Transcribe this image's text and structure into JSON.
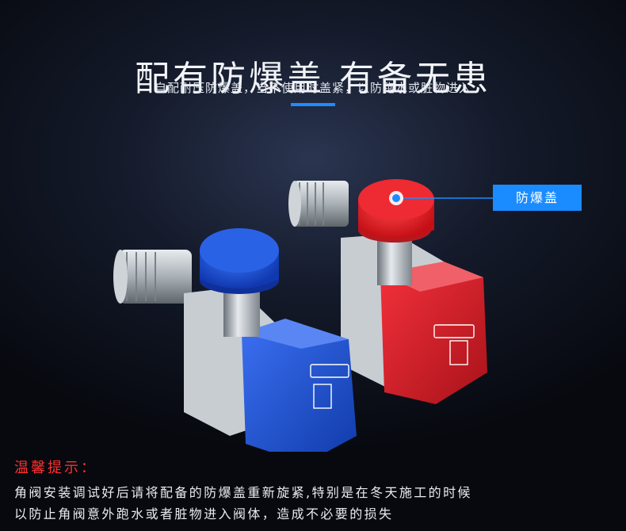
{
  "header": {
    "title": "配有防爆盖 有备无患",
    "subtitle": "自配耐压防爆盖，当不使用时盖紧，以防跑水或脏物进入"
  },
  "callout": {
    "label": "防爆盖"
  },
  "tips": {
    "heading": "温馨提示：",
    "line1": "角阀安装调试好后请将配备的防爆盖重新旋紧,特别是在冬天施工的时候",
    "line2": "以防止角阀意外跑水或者脏物进入阀体，造成不必要的损失"
  },
  "colors": {
    "accent": "#1a8cff",
    "warning_red": "#ff3030",
    "valve_blue": "#1a4fd8",
    "valve_red": "#d8202a"
  }
}
